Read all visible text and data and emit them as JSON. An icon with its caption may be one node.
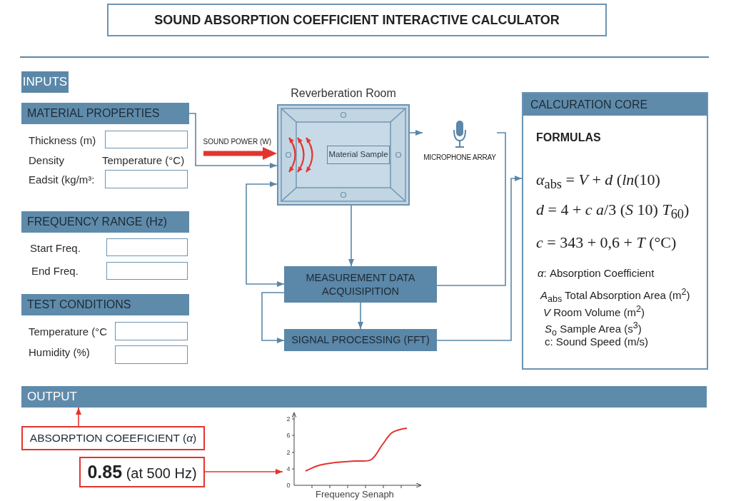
{
  "diagram": {
    "title": "SOUND ABSORPTION COEFFICIENT INTERACTIVE CALCULATOR",
    "nodes": [
      {
        "text": [
          "INPUTS"
        ]
      },
      {
        "text": [
          "MATERIAL PROPERTIES"
        ]
      },
      {
        "text": [
          "FREQUENCY RANGE (Hz)"
        ]
      },
      {
        "text": [
          "TEST CONDITIONS"
        ]
      },
      {
        "text": [
          "Reverberation Room"
        ]
      },
      {
        "text": [
          "Material Sample"
        ],
        "in": 4
      },
      {
        "text": [
          "MICROPHONE ARRAY"
        ]
      },
      {
        "text": [
          "MEASUREMENT DATA ACQUISIPITION"
        ]
      },
      {
        "text": [
          "SIGNAL PROCESSING (FFT)"
        ]
      },
      {
        "text": [
          "CALCURATION CORE",
          "FORMULAS",
          "*α*$_{abs}$ = *V* + *d* (*ln*(10)",
          "*d* = 4 + *c* *a*/3 (*S* 10) *T*$_{60}$)",
          "*c* = 343 + 0,6 + *T* (°C)",
          "*α*: Absorption Coefficient",
          "*A*$_{abs}$ Total Absorption Area (m$^{2}$)",
          "*V* Room Volume (m$^{2}$)",
          "*S*$_{o}$ Sample Area (s$^{3}$)",
          "c: Sound Speed (m/s)"
        ]
      },
      {
        "text": [
          "OUTPUT"
        ]
      },
      {
        "text": [
          "ABSORPTION COEEFICIENT (*α*)"
        ]
      },
      {
        "text": [
          "**0.85** (at 500 Hz)"
        ]
      },
      {
        "text": [],
        "shape": "picture"
      }
    ],
    "edges": [
      {
        "from": 1,
        "to": 4,
        "arrow": "to"
      },
      {
        "from": null,
        "to": 4,
        "arrow": "to",
        "label": "SOUND POWER (W)",
        "style": "thick",
        "color": "#e3342f"
      },
      {
        "from": 4,
        "to": 6,
        "arrow": "to"
      },
      {
        "from": 6,
        "to": 7,
        "arrow": "none"
      },
      {
        "from": 4,
        "to": 7,
        "arrow": "to"
      },
      {
        "from": 7,
        "to": 4,
        "arrow": "both"
      },
      {
        "from": 7,
        "to": 8,
        "arrow": "to"
      },
      {
        "from": 7,
        "to": 8,
        "arrow": "to"
      },
      {
        "from": 8,
        "to": 9,
        "arrow": "to"
      },
      {
        "from": 11,
        "to": 10,
        "arrow": "to",
        "color": "#e3342f"
      },
      {
        "from": 12,
        "to": 13,
        "arrow": "to",
        "color": "#e3342f"
      }
    ],
    "labels": [
      "Thickness (m)",
      "Density",
      "Temperature (°C)",
      "Eadsit (kg/m³:",
      "Start Freq.",
      "End Freq.",
      "Temperature (°C",
      "Humidity (%)",
      "2",
      "6",
      "2",
      "4",
      "0",
      "Frequency Senaph"
    ]
  }
}
